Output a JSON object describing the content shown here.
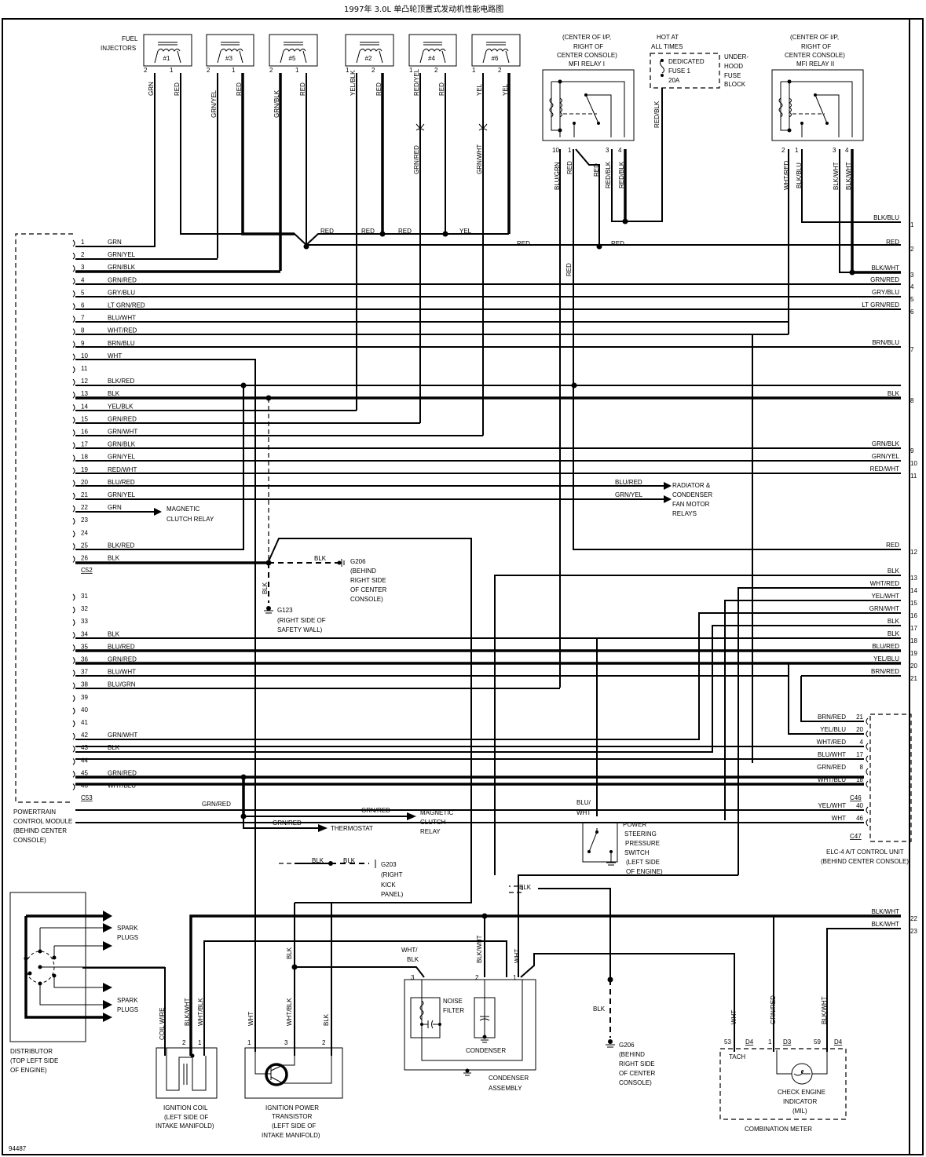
{
  "title": "1997年 3.0L 单凸轮顶置式发动机性能电路图",
  "figure_id": "94487",
  "injectors": {
    "label1": "FUEL",
    "label2": "INJECTORS",
    "items": [
      {
        "name": "#1",
        "pin_a": "2",
        "pin_b": "1",
        "wire_a": "GRN",
        "wire_b": "RED"
      },
      {
        "name": "#3",
        "pin_a": "2",
        "pin_b": "1",
        "wire_a": "GRN/YEL",
        "wire_b": "RED"
      },
      {
        "name": "#5",
        "pin_a": "2",
        "pin_b": "1",
        "wire_a": "GRN/BLK",
        "wire_b": "RED"
      },
      {
        "name": "#2",
        "pin_a": "1",
        "pin_b": "2",
        "wire_a": "YEL/BLK",
        "wire_b": "RED"
      },
      {
        "name": "#4",
        "pin_a": "1",
        "pin_b": "2",
        "wire_a": "RED/YEL",
        "wire_b": "RED",
        "wire_a2": "GRN/RED"
      },
      {
        "name": "#6",
        "pin_a": "1",
        "pin_b": "2",
        "wire_a": "YEL",
        "wire_b": "YEL",
        "wire_a2": "GRN/WHT"
      }
    ]
  },
  "relay1": {
    "loc1": "(CENTER OF I/P,",
    "loc2": "RIGHT OF",
    "loc3": "CENTER CONSOLE)",
    "name": "MFI RELAY I",
    "pins": [
      "10",
      "1",
      "3",
      "4"
    ],
    "wires": [
      "BLU/GRN",
      "RED",
      "RED",
      "RED/BLK",
      "RED/BLK"
    ]
  },
  "fuse": {
    "hot1": "HOT AT",
    "hot2": "ALL TIMES",
    "name1": "DEDICATED",
    "name2": "FUSE 1",
    "rating": "20A",
    "block1": "UNDER-",
    "block2": "HOOD",
    "block3": "FUSE",
    "block4": "BLOCK",
    "wire": "RED/BLK"
  },
  "relay2": {
    "loc1": "(CENTER OF I/P,",
    "loc2": "RIGHT OF",
    "loc3": "CENTER CONSOLE)",
    "name": "MFI RELAY II",
    "pins": [
      "2",
      "1",
      "3",
      "4"
    ],
    "wires": [
      "WHT/RED",
      "BLK/BLU",
      "BLK/WHT",
      "BLK/WHT"
    ]
  },
  "bus_labels": {
    "red1": "RED",
    "red2": "RED",
    "red3": "RED",
    "yel": "YEL",
    "red4": "RED",
    "red5": "RED",
    "red_v": "RED"
  },
  "pcm": {
    "name1": "POWERTRAIN",
    "name2": "CONTROL MODULE",
    "name3": "(BEHIND CENTER",
    "name4": "CONSOLE)",
    "c52": "C52",
    "c53": "C53",
    "pins": [
      {
        "n": "1",
        "w": "GRN"
      },
      {
        "n": "2",
        "w": "GRN/YEL"
      },
      {
        "n": "3",
        "w": "GRN/BLK"
      },
      {
        "n": "4",
        "w": "GRN/RED"
      },
      {
        "n": "5",
        "w": "GRY/BLU"
      },
      {
        "n": "6",
        "w": "LT GRN/RED"
      },
      {
        "n": "7",
        "w": "BLU/WHT"
      },
      {
        "n": "8",
        "w": "WHT/RED"
      },
      {
        "n": "9",
        "w": "BRN/BLU"
      },
      {
        "n": "10",
        "w": "WHT"
      },
      {
        "n": "11",
        "w": ""
      },
      {
        "n": "12",
        "w": "BLK/RED"
      },
      {
        "n": "13",
        "w": "BLK"
      },
      {
        "n": "14",
        "w": "YEL/BLK"
      },
      {
        "n": "15",
        "w": "GRN/RED"
      },
      {
        "n": "16",
        "w": "GRN/WHT"
      },
      {
        "n": "17",
        "w": "GRN/BLK"
      },
      {
        "n": "18",
        "w": "GRN/YEL"
      },
      {
        "n": "19",
        "w": "RED/WHT"
      },
      {
        "n": "20",
        "w": "BLU/RED"
      },
      {
        "n": "21",
        "w": "GRN/YEL"
      },
      {
        "n": "22",
        "w": "GRN"
      },
      {
        "n": "23",
        "w": ""
      },
      {
        "n": "24",
        "w": ""
      },
      {
        "n": "25",
        "w": "BLK/RED"
      },
      {
        "n": "26",
        "w": "BLK"
      },
      {
        "n": "31",
        "w": ""
      },
      {
        "n": "32",
        "w": ""
      },
      {
        "n": "33",
        "w": ""
      },
      {
        "n": "34",
        "w": "BLK"
      },
      {
        "n": "35",
        "w": "BLU/RED"
      },
      {
        "n": "36",
        "w": "GRN/RED"
      },
      {
        "n": "37",
        "w": "BLU/WHT"
      },
      {
        "n": "38",
        "w": "BLU/GRN"
      },
      {
        "n": "39",
        "w": ""
      },
      {
        "n": "40",
        "w": ""
      },
      {
        "n": "41",
        "w": ""
      },
      {
        "n": "42",
        "w": "GRN/WHT"
      },
      {
        "n": "43",
        "w": "BLK"
      },
      {
        "n": "44",
        "w": ""
      },
      {
        "n": "45",
        "w": "GRN/RED"
      },
      {
        "n": "46",
        "w": "WHT/BLU"
      }
    ]
  },
  "right_refs": [
    {
      "n": "1",
      "w": "BLK/BLU"
    },
    {
      "n": "2",
      "w": "RED"
    },
    {
      "n": "3",
      "w": "BLK/WHT"
    },
    {
      "n": "4",
      "w": "GRN/RED"
    },
    {
      "n": "5",
      "w": "GRY/BLU"
    },
    {
      "n": "6",
      "w": "LT GRN/RED"
    },
    {
      "n": "7",
      "w": "BRN/BLU"
    },
    {
      "n": "8",
      "w": "BLK"
    },
    {
      "n": "9",
      "w": "GRN/BLK"
    },
    {
      "n": "10",
      "w": "GRN/YEL"
    },
    {
      "n": "11",
      "w": "RED/WHT"
    },
    {
      "n": "12",
      "w": "RED"
    },
    {
      "n": "13",
      "w": "BLK"
    },
    {
      "n": "14",
      "w": "WHT/RED"
    },
    {
      "n": "15",
      "w": "YEL/WHT"
    },
    {
      "n": "16",
      "w": "GRN/WHT"
    },
    {
      "n": "17",
      "w": "BLK"
    },
    {
      "n": "18",
      "w": "BLK"
    },
    {
      "n": "19",
      "w": "BLU/RED"
    },
    {
      "n": "20",
      "w": "YEL/BLU"
    },
    {
      "n": "21",
      "w": "BRN/RED"
    },
    {
      "n": "22",
      "w": "BLK/WHT"
    },
    {
      "n": "23",
      "w": "BLK/WHT"
    }
  ],
  "fan_relays": {
    "w1": "BLU/RED",
    "w2": "GRN/YEL",
    "l1": "RADIATOR &",
    "l2": "CONDENSER",
    "l3": "FAN MOTOR",
    "l4": "RELAYS"
  },
  "mag_clutch_1": {
    "l1": "MAGNETIC",
    "l2": "CLUTCH RELAY"
  },
  "g206a": {
    "wire": "BLK",
    "id": "G206",
    "l1": "(BEHIND",
    "l2": "RIGHT SIDE",
    "l3": "OF CENTER",
    "l4": "CONSOLE)"
  },
  "g123": {
    "wire": "BLK",
    "id": "G123",
    "l1": "(RIGHT SIDE OF",
    "l2": "SAFETY WALL)"
  },
  "grnred_branch": {
    "w0": "GRN/RED",
    "w1": "GRN/RED",
    "w2": "GRN/RED",
    "mag1": "MAGNETIC",
    "mag2": "CLUTCH",
    "mag3": "RELAY",
    "thermo": "THERMOSTAT"
  },
  "g203": {
    "w1": "BLK",
    "w2": "BLK",
    "id": "G203",
    "l1": "(RIGHT",
    "l2": "KICK",
    "l3": "PANEL)"
  },
  "ps_switch": {
    "w1": "BLU/",
    "w2": "WHT",
    "l1": "POWER",
    "l2": "STEERING",
    "l3": "PRESSURE",
    "l4": "SWITCH",
    "l5": "(LEFT SIDE",
    "l6": "OF ENGINE)"
  },
  "elc4": {
    "pins_c46": [
      {
        "w": "BRN/RED",
        "n": "21"
      },
      {
        "w": "YEL/BLU",
        "n": "20"
      },
      {
        "w": "WHT/RED",
        "n": "4"
      },
      {
        "w": "BLU/WHT",
        "n": "17"
      },
      {
        "w": "GRN/RED",
        "n": "8"
      },
      {
        "w": "WHT/BLU",
        "n": "18"
      }
    ],
    "c46": "C46",
    "pins_c47": [
      {
        "w": "YEL/WHT",
        "n": "40"
      },
      {
        "w": "WHT",
        "n": "46"
      }
    ],
    "c47": "C47",
    "l1": "ELC-4 A/T CONTROL UNIT",
    "l2": "(BEHIND CENTER CONSOLE)"
  },
  "distributor": {
    "spark1": "SPARK",
    "plugs1": "PLUGS",
    "spark2": "SPARK",
    "plugs2": "PLUGS",
    "l1": "DISTRIBUTOR",
    "l2": "(TOP LEFT SIDE",
    "l3": "OF ENGINE)"
  },
  "coil": {
    "coil_wire": "COIL WIRE",
    "w2": "BLK/WHT",
    "w1": "WHT/BLK",
    "p2": "2",
    "p1": "1",
    "l1": "IGNITION COIL",
    "l2": "(LEFT SIDE OF",
    "l3": "INTAKE MANIFOLD)"
  },
  "transistor": {
    "w1": "WHT",
    "w3": "WHT/BLK",
    "w2": "BLK",
    "blk_top": "BLK",
    "p1": "1",
    "p3": "3",
    "p2": "2",
    "l1": "IGNITION POWER",
    "l2": "TRANSISTOR",
    "l3": "(LEFT SIDE OF",
    "l4": "INTAKE MANIFOLD)"
  },
  "condenser": {
    "w3a": "WHT/",
    "w3b": "BLK",
    "w2": "BLK/WHT",
    "w1": "WHT",
    "p3": "3",
    "p2": "2",
    "p1": "1",
    "nf1": "NOISE",
    "nf2": "FILTER",
    "cond": "CONDENSER",
    "l1": "CONDENSER",
    "l2": "ASSEMBLY",
    "blk": "BLK"
  },
  "g206b": {
    "wire": "BLK",
    "id": "G206",
    "l1": "(BEHIND",
    "l2": "RIGHT SIDE",
    "l3": "OF CENTER",
    "l4": "CONSOLE)"
  },
  "meter": {
    "w_tach": "WHT",
    "w_mil1": "GRN/RED",
    "w_mil2": "BLK/WHT",
    "p53": "53",
    "d4a": "D4",
    "p1": "1",
    "d3": "D3",
    "p59": "59",
    "d4b": "D4",
    "tach": "TACH",
    "mil1": "CHECK ENGINE",
    "mil2": "INDICATOR",
    "mil3": "(MIL)",
    "name": "COMBINATION METER"
  }
}
